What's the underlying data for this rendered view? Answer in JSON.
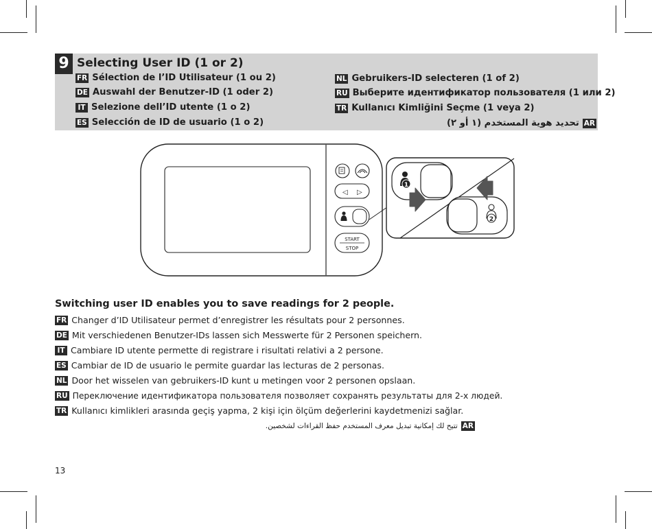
{
  "section": {
    "number": "9",
    "title": "Selecting User ID (1 or 2)",
    "translations_left": [
      {
        "code": "FR",
        "text": "Sélection de l’ID Utilisateur (1 ou 2)"
      },
      {
        "code": "DE",
        "text": "Auswahl der Benutzer-ID (1 oder 2)"
      },
      {
        "code": "IT",
        "text": "Selezione dell’ID utente (1 o 2)"
      },
      {
        "code": "ES",
        "text": "Selección de ID de usuario (1 o 2)"
      }
    ],
    "translations_right": [
      {
        "code": "NL",
        "text": "Gebruikers-ID selecteren (1 of 2)"
      },
      {
        "code": "RU",
        "text": "Выберите идентификатор пользователя (1 или 2)"
      },
      {
        "code": "TR",
        "text": "Kullanıcı Kimliğini Seçme (1 veya 2)"
      },
      {
        "code": "AR",
        "text": "تحديد هوية المستخدم (١ أو ٢)"
      }
    ]
  },
  "device": {
    "start_label": "START",
    "stop_label": "STOP",
    "user1_label": "1",
    "user2_label": "2",
    "left_arrow": "◁",
    "right_arrow": "▷"
  },
  "body": {
    "title": "Switching user ID enables you to save readings for 2 people.",
    "lines": [
      {
        "code": "FR",
        "text": "Changer d’ID Utilisateur permet d’enregistrer les résultats pour 2 personnes."
      },
      {
        "code": "DE",
        "text": "Mit verschiedenen Benutzer-IDs lassen sich Messwerte für 2 Personen speichern."
      },
      {
        "code": "IT",
        "text": "Cambiare ID utente permette di registrare i risultati relativi a 2 persone."
      },
      {
        "code": "ES",
        "text": "Cambiar de ID de usuario le permite guardar las lecturas de 2 personas."
      },
      {
        "code": "NL",
        "text": "Door het wisselen van gebruikers-ID kunt u metingen voor 2 personen opslaan."
      },
      {
        "code": "RU",
        "text": "Переключение идентификатора пользователя позволяет сохранять результаты для 2-х людей."
      },
      {
        "code": "TR",
        "text": "Kullanıcı kimlikleri arasında geçiş yapma, 2 kişi için ölçüm değerlerini kaydetmenizi sağlar."
      },
      {
        "code": "AR",
        "text": "تتيح لك إمكانية تبديل معرف المستخدم حفظ القراءات لشخصين."
      }
    ]
  },
  "page_number": "13",
  "colors": {
    "header_bg": "#d3d3d3",
    "label_bg": "#2a2a2a",
    "arrow": "#555555"
  }
}
